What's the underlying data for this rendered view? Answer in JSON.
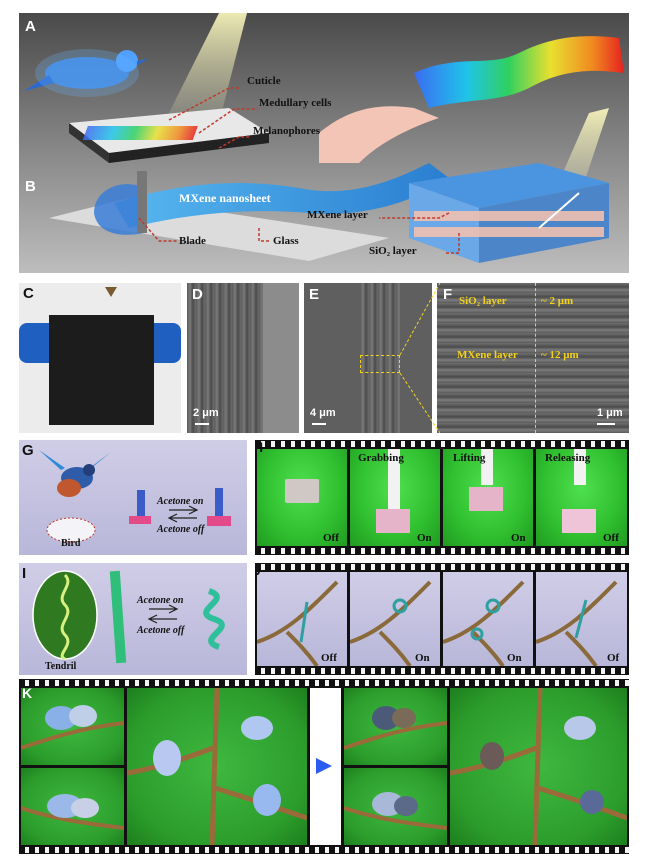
{
  "panels": {
    "A": "A",
    "B": "B",
    "C": "C",
    "D": "D",
    "E": "E",
    "F": "F",
    "G": "G",
    "H": "H",
    "I": "I",
    "J": "J",
    "K": "K"
  },
  "ab": {
    "cuticle": "Cuticle",
    "medullary": "Medullary cells",
    "melanophores": "Melanophores",
    "nanosheet": "MXene nanosheet",
    "blade": "Blade",
    "glass": "Glass",
    "mxene_layer": "MXene layer",
    "sio2_layer": "SiO₂ layer"
  },
  "scalebars": {
    "d": "2 μm",
    "e": "4 μm",
    "f": "1 μm"
  },
  "f": {
    "sio2": "SiO₂ layer",
    "sio2_thick": "~ 2 μm",
    "mxene": "MXene layer",
    "mxene_thick": "~ 12 μm"
  },
  "g": {
    "bird": "Bird",
    "on": "Acetone  on",
    "off": "Acetone  off"
  },
  "h": {
    "grabbing": "Grabbing",
    "lifting": "Lifting",
    "releasing": "Releasing",
    "s1": "Off",
    "s2": "On",
    "s3": "On",
    "s4": "Off"
  },
  "i": {
    "tendril": "Tendril",
    "on": "Acetone  on",
    "off": "Acetone  off"
  },
  "j": {
    "s1": "Off",
    "s2": "On",
    "s3": "On",
    "s4": "Of"
  },
  "colors": {
    "sheet_blue": "#3aa0e8",
    "green_screen": "#35c435",
    "annotation_red": "#c0392b"
  }
}
